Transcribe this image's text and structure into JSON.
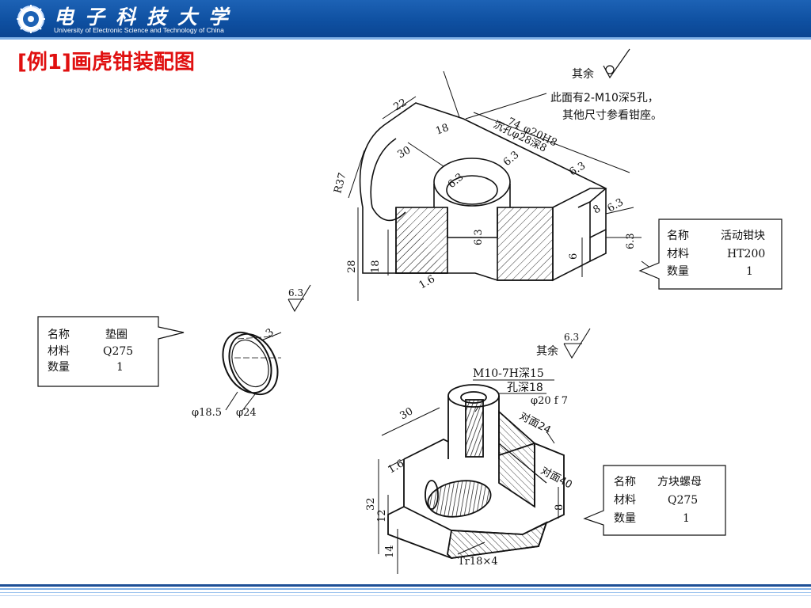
{
  "header": {
    "university_cn": "电子科技大学",
    "university_en": "University of Electronic Science and Technology of China",
    "logo_icon": "uestc-emblem-icon",
    "colors": {
      "bar": "#0e4fa0",
      "accent_line": "#7fb0e6"
    }
  },
  "title": "[例1]画虎钳装配图",
  "title_color": "#e01010",
  "top_part": {
    "note_rest": "其余",
    "note_line1": "此面有2-M10深5孔，",
    "note_line2": "其他尺寸参看钳座。",
    "dims": {
      "d22": "22",
      "d18": "18",
      "d74": "74",
      "d30": "30",
      "phi20h8": "φ20H8",
      "counterbore": "沉孔φ28深8",
      "r37": "R37",
      "d28": "28",
      "d18b": "18",
      "d8": "8",
      "d6": "6",
      "r63a": "6.3",
      "r63b": "6.3",
      "r63c": "6.3",
      "r63d": "6.3",
      "r63e": "6.3",
      "r63f": "6.3",
      "r16": "1.6"
    },
    "table": {
      "name_label": "名称",
      "name_value": "活动钳块",
      "material_label": "材料",
      "material_value": "HT200",
      "qty_label": "数量",
      "qty_value": "1"
    }
  },
  "washer": {
    "rough": "6.3",
    "dims": {
      "t": "3",
      "inner": "φ18.5",
      "outer": "φ24"
    },
    "table": {
      "name_label": "名称",
      "name_value": "垫圈",
      "material_label": "材料",
      "material_value": "Q275",
      "qty_label": "数量",
      "qty_value": "1"
    }
  },
  "nut": {
    "note_rest": "其余",
    "rough": "6.3",
    "thread1": "M10-7H深15",
    "thread2": "孔深18",
    "dims": {
      "phi20f7": "φ20 f 7",
      "across24": "对面24",
      "across40": "对面40",
      "d30": "30",
      "d16": "1.6",
      "d32": "32",
      "d12": "12",
      "d14": "14",
      "d8": "8",
      "tr": "Tr18×4"
    },
    "table": {
      "name_label": "名称",
      "name_value": "方块螺母",
      "material_label": "材料",
      "material_value": "Q275",
      "qty_label": "数量",
      "qty_value": "1"
    }
  }
}
